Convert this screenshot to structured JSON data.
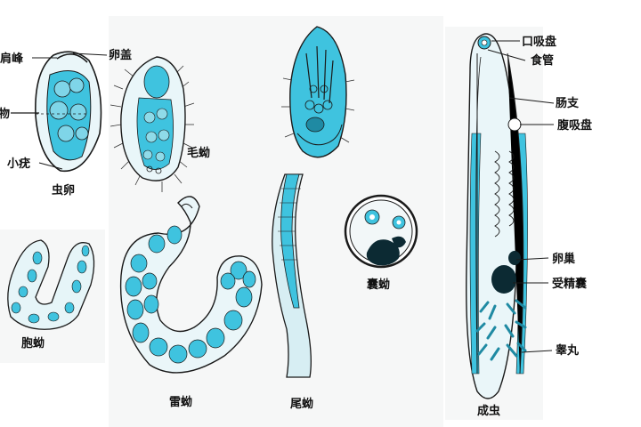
{
  "colors": {
    "cyan": "#3fc3df",
    "pale": "#d3eff6",
    "ink": "#1a1a1a",
    "dark": "#0c2a33"
  },
  "labels": {
    "shoulder": "肩峰",
    "operculum": "卵盖",
    "miracidium_in_egg": "物",
    "knob": "小疣",
    "egg": "虫卵",
    "miracidium": "毛蚴",
    "sporocyst": "胞蚴",
    "redia": "雷蚴",
    "cercaria": "尾蚴",
    "metacercaria": "囊蚴",
    "adult": "成虫",
    "oral_sucker": "口吸盘",
    "esophagus": "食管",
    "intestine": "肠支",
    "ventral_sucker": "腹吸盘",
    "ovary": "卵巢",
    "seminal_receptacle": "受精囊",
    "testis": "睾丸"
  }
}
